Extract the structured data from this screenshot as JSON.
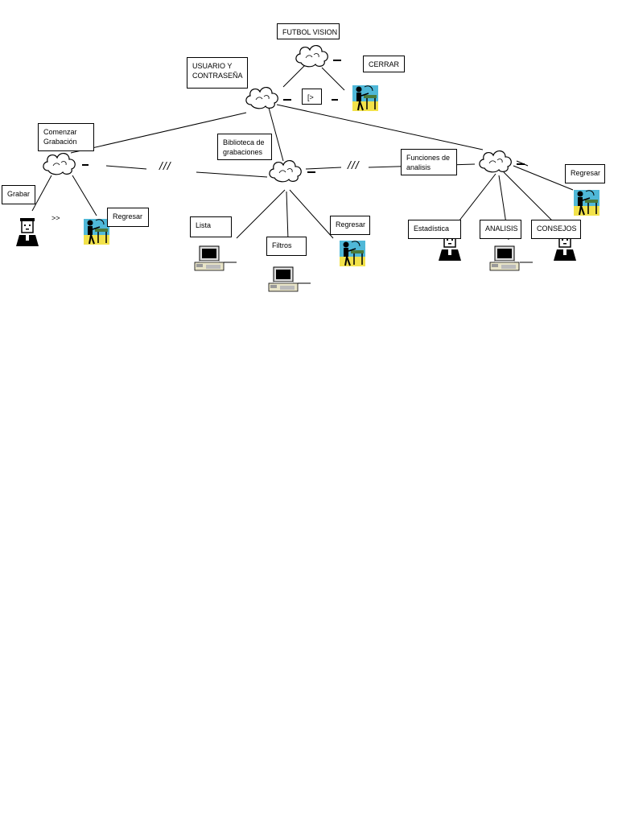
{
  "labels": {
    "futbol_vision": "FUTBOL VISION",
    "cerrar": "CERRAR",
    "usuario_contrasena": "USUARIO Y CONTRASEÑA",
    "play_symbol": "[>",
    "comenzar_grabacion": "Comenzar Grabación",
    "biblioteca": "Biblioteca de grabaciones",
    "funciones_analisis": "Funciones de analisis",
    "grabar": "Grabar",
    "forward_symbol": ">>",
    "regresar_1": "Regresar",
    "regresar_2": "Regresar",
    "regresar_3": "Regresar",
    "lista": "Lista",
    "filtros": "Filtros",
    "estadistica": "Estadística",
    "analisis": "ANALISIS",
    "consejos": "CONSEJOS",
    "slashes_1": "///",
    "slashes_2": "///"
  },
  "icons": {
    "node": "cloud-icon",
    "back": "desk-person-icon",
    "user": "person-icon",
    "computer": "computer-icon"
  },
  "colors": {
    "line": "#000000",
    "icon_blue": "#4fb8d8",
    "icon_yellow": "#f2e24a"
  }
}
